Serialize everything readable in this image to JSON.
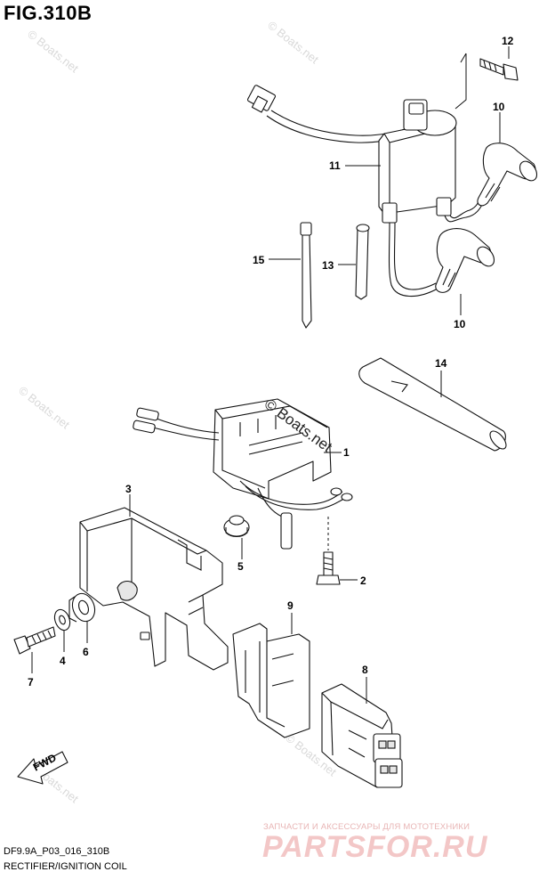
{
  "figure": {
    "title": "FIG.310B",
    "code": "DF9.9A_P03_016_310B",
    "name": "RECTIFIER/IGNITION COIL"
  },
  "watermark": {
    "text": "© Boats.net",
    "promo_text": "ЗАПЧАСТИ И АКСЕССУАРЫ ДЛЯ МОТОТЕХНИКИ",
    "brand_text": "PARTSFOR.RU"
  },
  "callouts": [
    {
      "id": "c1",
      "label": "1"
    },
    {
      "id": "c2",
      "label": "2"
    },
    {
      "id": "c3",
      "label": "3"
    },
    {
      "id": "c4",
      "label": "4"
    },
    {
      "id": "c5",
      "label": "5"
    },
    {
      "id": "c6",
      "label": "6"
    },
    {
      "id": "c7",
      "label": "7"
    },
    {
      "id": "c8",
      "label": "8"
    },
    {
      "id": "c9",
      "label": "9"
    },
    {
      "id": "c10a",
      "label": "10"
    },
    {
      "id": "c10b",
      "label": "10"
    },
    {
      "id": "c11",
      "label": "11"
    },
    {
      "id": "c12",
      "label": "12"
    },
    {
      "id": "c13",
      "label": "13"
    },
    {
      "id": "c14",
      "label": "14"
    },
    {
      "id": "c15",
      "label": "15"
    }
  ],
  "fwd_label": "FWD",
  "colors": {
    "line": "#111111",
    "watermark": "#d9d9d9",
    "brand": "#f3c7c7"
  }
}
